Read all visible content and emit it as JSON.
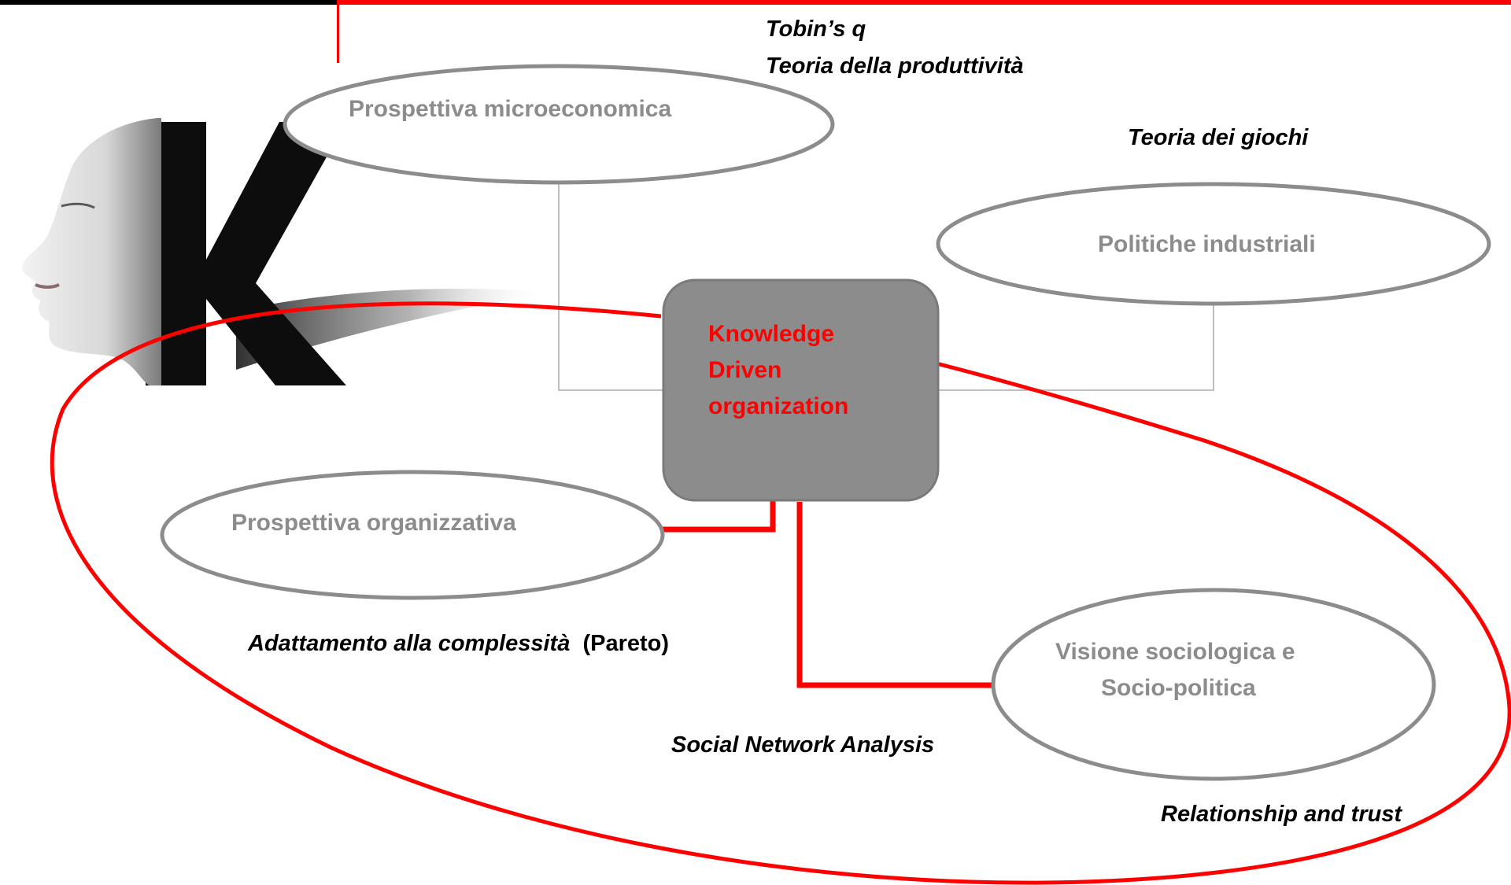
{
  "colors": {
    "accent_red": "#ff0000",
    "node_outline": "#8c8c8c",
    "node_text": "#8c8c8c",
    "central_fill": "#8c8c8c",
    "connector_gray": "#bfbfbf",
    "text_dark": "#000000"
  },
  "icons": {
    "logo": "k-letter-with-face-logo"
  },
  "central_node": {
    "line1": "Knowledge",
    "line2": "Driven",
    "line3": "organization"
  },
  "nodes": {
    "microeconomica": "Prospettiva microeconomica",
    "politiche": "Politiche industriali",
    "organizzativa": "Prospettiva organizzativa",
    "sociologica_line1": "Visione sociologica e",
    "sociologica_line2": "Socio-politica"
  },
  "annotations": {
    "tobins_q": "Tobin’s q",
    "teoria_produttivita": "Teoria della produttività",
    "teoria_giochi": "Teoria dei giochi",
    "adattamento": "Adattamento alla complessità",
    "pareto": "(Pareto)",
    "social_network": "Social Network Analysis",
    "relationship_trust": "Relationship and trust"
  }
}
